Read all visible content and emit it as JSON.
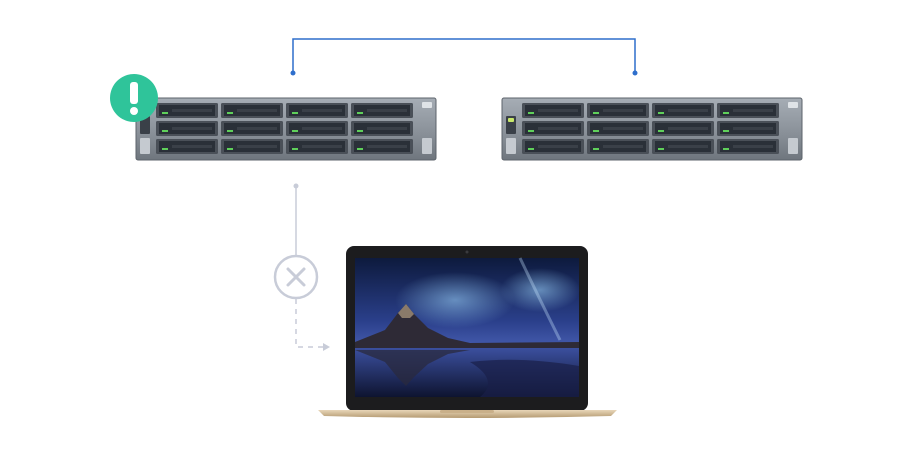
{
  "diagram": {
    "servers": [
      {
        "id": "server-left",
        "status": "warning",
        "badge_icon": "exclamation-icon",
        "badge_color": "#2fc49a"
      },
      {
        "id": "server-right",
        "status": "normal"
      }
    ],
    "bays_per_row": 4,
    "bay_rows": 3,
    "colors": {
      "sync_link": "#2f6fcc",
      "broken_link": "#c8ccd8",
      "chassis": "#8d949c",
      "chassis_dark": "#5c636b",
      "bay": "#2a3038",
      "bay_led": "#5fd05a",
      "laptop_body": "#d9c3a0",
      "laptop_bezel": "#1c1c1e"
    },
    "icons": {
      "disconnect": "close-circle-icon",
      "arrow": "arrow-right-icon"
    }
  }
}
